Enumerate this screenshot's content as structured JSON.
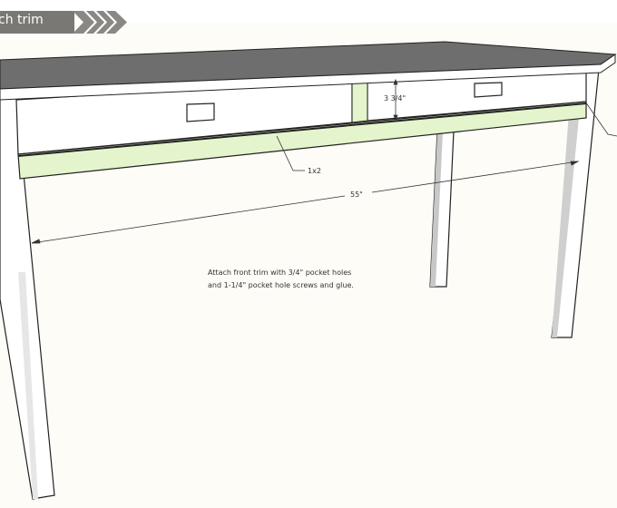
{
  "banner": {
    "title": "ch trim"
  },
  "labels": {
    "trim_size": "1x2",
    "length": "55\"",
    "drawer_height": "3 3/4\""
  },
  "note": {
    "line1": "Attach front trim with 3/4\" pocket holes",
    "line2": "and 1-1/4\" pocket hole screws and glue."
  },
  "colors": {
    "trim": "#e4f4cc",
    "top": "#6e6e6e",
    "background": "#fdfcf7",
    "banner": "#7a7874"
  }
}
